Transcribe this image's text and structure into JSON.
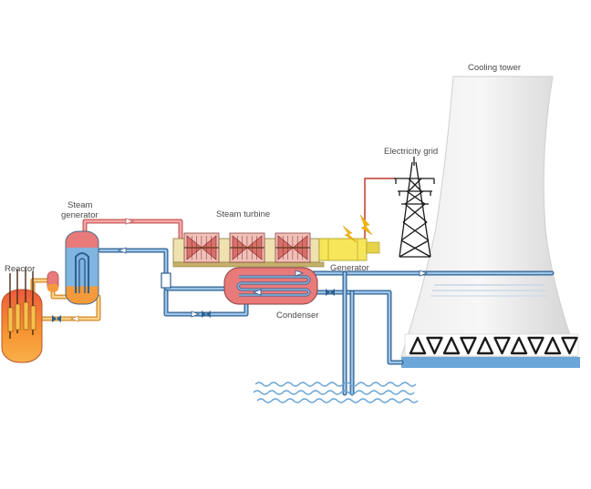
{
  "labels": {
    "cooling_tower": "Cooling tower",
    "electricity_grid": "Electricity grid",
    "steam_generator_line1": "Steam",
    "steam_generator_line2": "generator",
    "steam_turbine": "Steam turbine",
    "reactor": "Reactor",
    "generator": "Generator",
    "condenser": "Condenser"
  },
  "colors": {
    "steam_pipe": "#e07b7b",
    "water_pipe": "#2f5f8f",
    "water_fill": "#7fb5e0",
    "reactor_orange": "#f59a3a",
    "reactor_red": "#e2473f",
    "generator_yellow": "#f7e65a",
    "turbine_base": "#e8d9a0",
    "tower_gray": "#e2e2e2",
    "wave_blue": "#6aa6d8"
  },
  "icons": [
    "pylon-icon",
    "lightning-bolt-icon",
    "valve-icon",
    "flow-arrow-icon",
    "water-waves-icon"
  ]
}
